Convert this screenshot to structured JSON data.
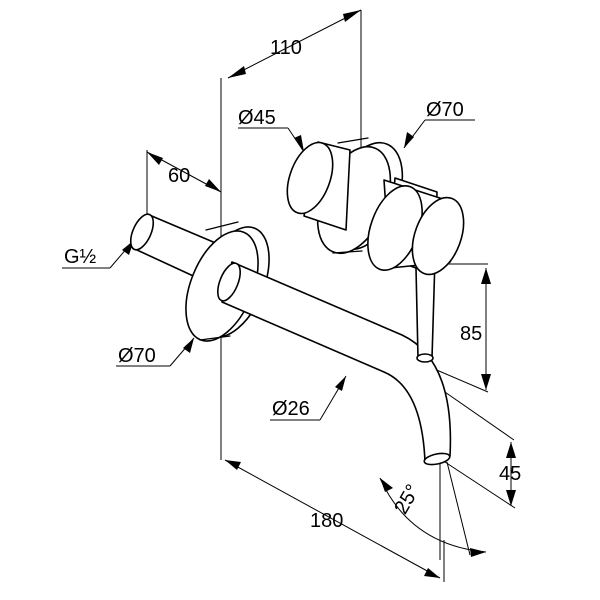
{
  "dimensions": {
    "offset_110": "110",
    "dia_45": "Ø45",
    "dia_70_top": "Ø70",
    "depth_60": "60",
    "thread": "G½",
    "height_85": "85",
    "dia_70_bottom": "Ø70",
    "dia_26": "Ø26",
    "height_45": "45",
    "angle_25": "25°",
    "length_180": "180"
  }
}
